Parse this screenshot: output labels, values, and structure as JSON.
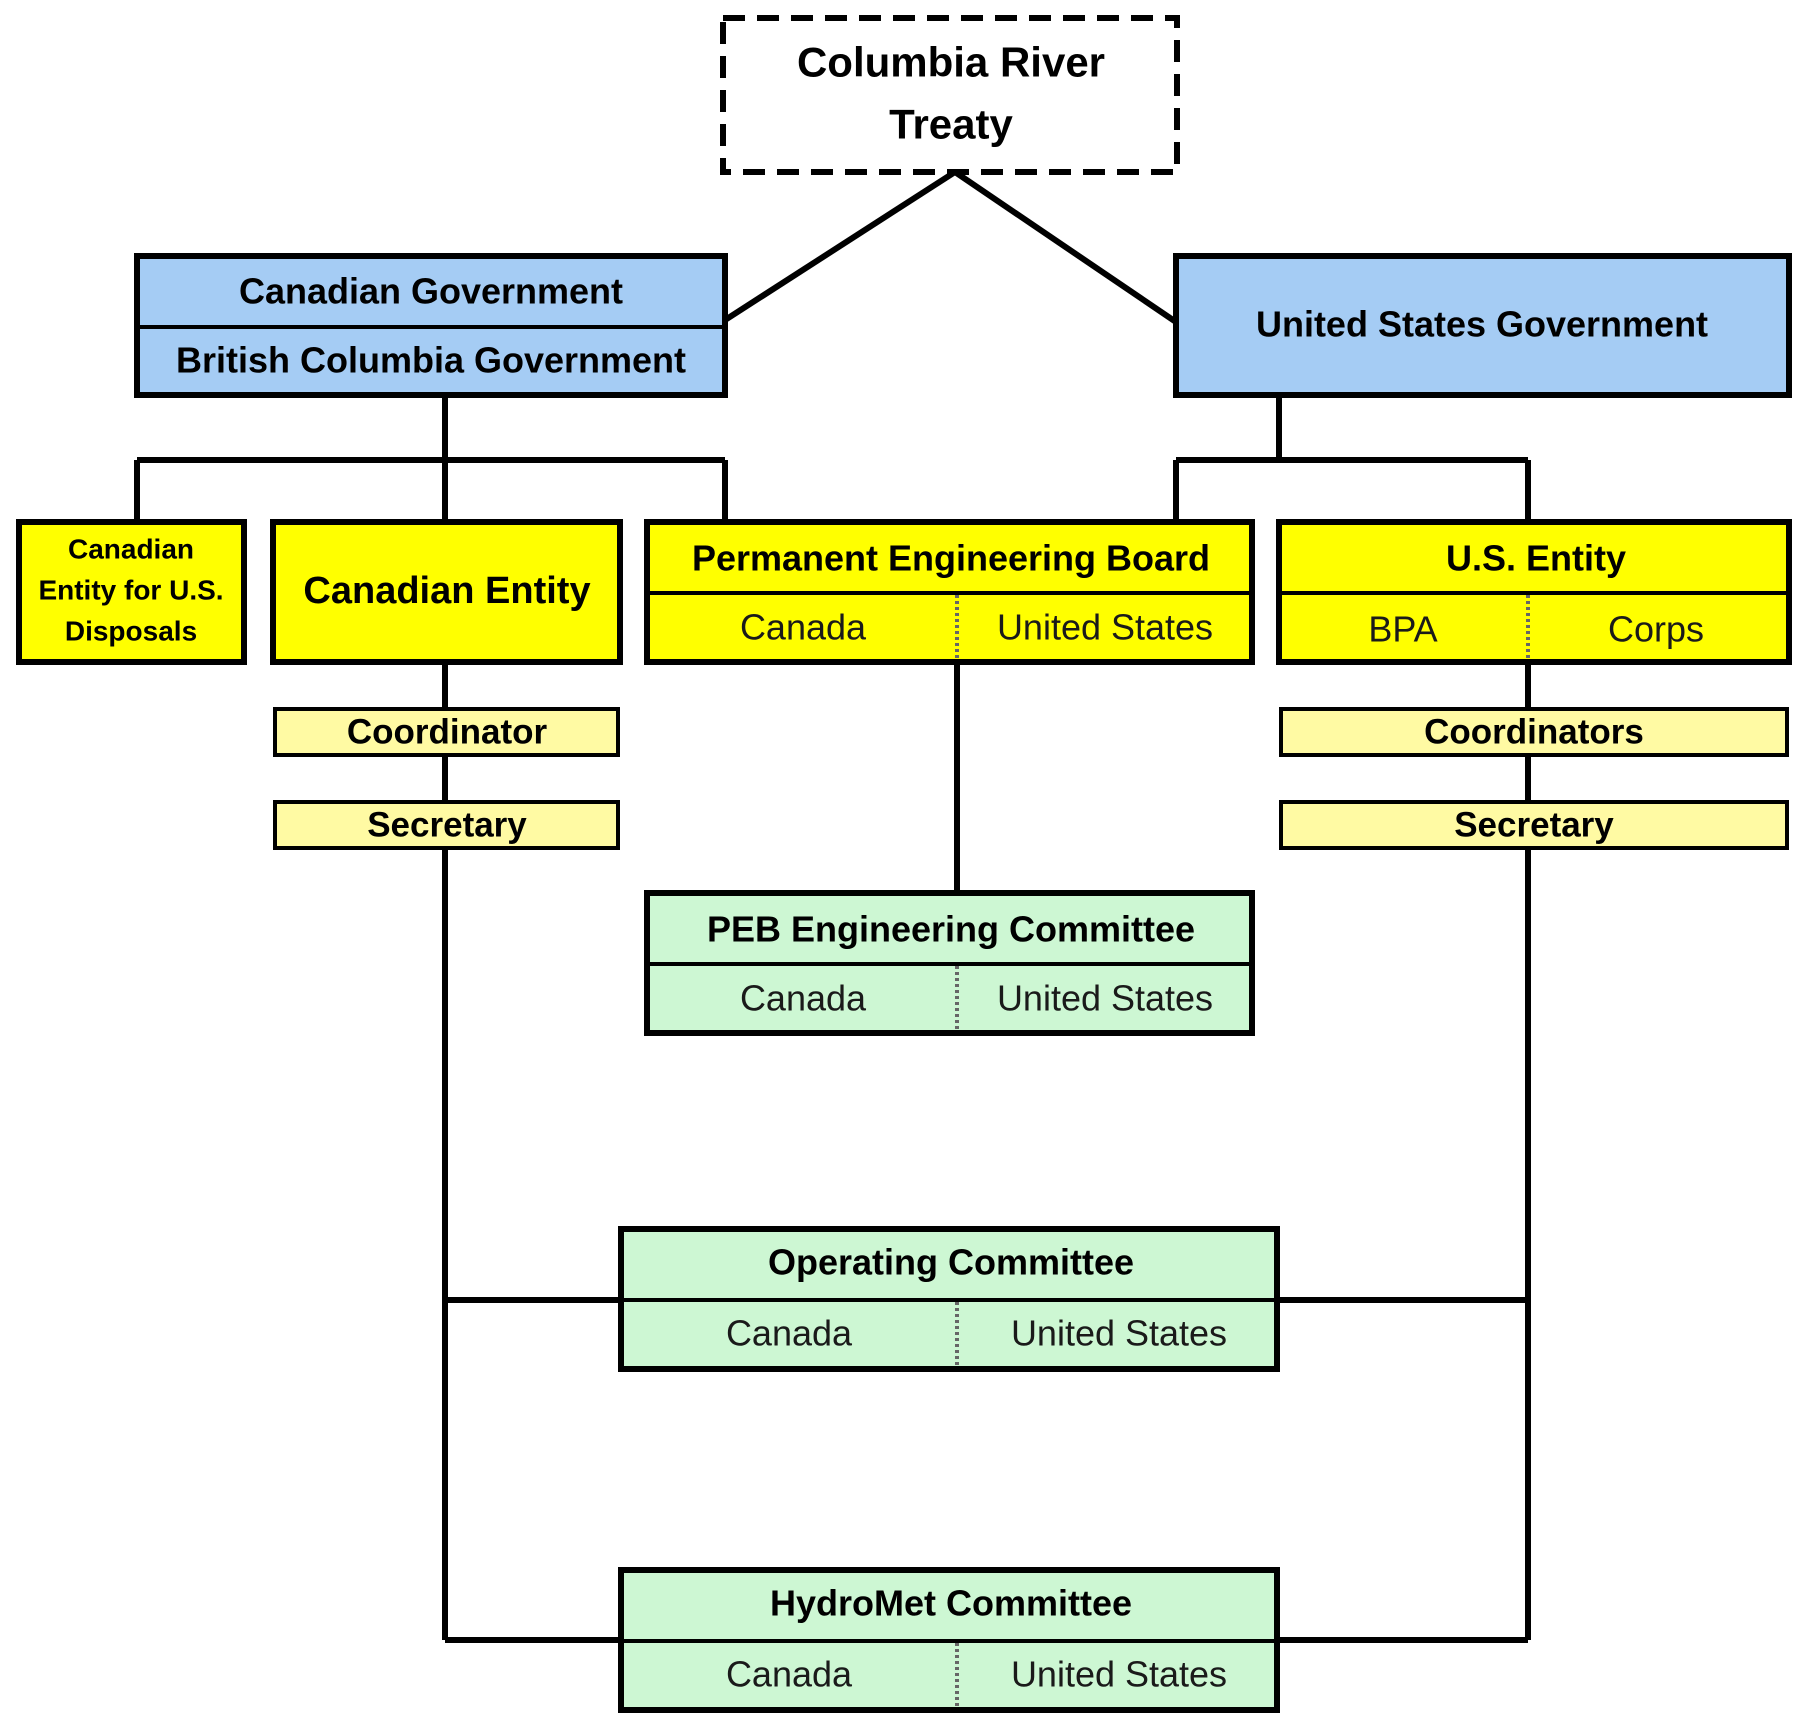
{
  "colors": {
    "treaty_fill": "#ffffff",
    "government_fill": "#a5ccf4",
    "entity_fill": "#ffff00",
    "staff_fill": "#fffaa3",
    "committee_fill": "#cdf7d3",
    "line": "#000000"
  },
  "treaty": {
    "line1": "Columbia River",
    "line2": "Treaty"
  },
  "canadian_government": {
    "line1": "Canadian Government",
    "line2": "British Columbia Government"
  },
  "us_government": {
    "label": "United States Government"
  },
  "canadian_entity_us_disposals": {
    "line1": "Canadian",
    "line2": "Entity for U.S.",
    "line3": "Disposals"
  },
  "canadian_entity": {
    "label": "Canadian Entity"
  },
  "permanent_engineering_board": {
    "title": "Permanent Engineering Board",
    "left": "Canada",
    "right": "United States"
  },
  "us_entity": {
    "title": "U.S. Entity",
    "left": "BPA",
    "right": "Corps"
  },
  "canadian_coordinator": {
    "label": "Coordinator"
  },
  "canadian_secretary": {
    "label": "Secretary"
  },
  "us_coordinators": {
    "label": "Coordinators"
  },
  "us_secretary": {
    "label": "Secretary"
  },
  "peb_engineering_committee": {
    "title": "PEB Engineering Committee",
    "left": "Canada",
    "right": "United States"
  },
  "operating_committee": {
    "title": "Operating Committee",
    "left": "Canada",
    "right": "United States"
  },
  "hydromet_committee": {
    "title": "HydroMet Committee",
    "left": "Canada",
    "right": "United States"
  }
}
